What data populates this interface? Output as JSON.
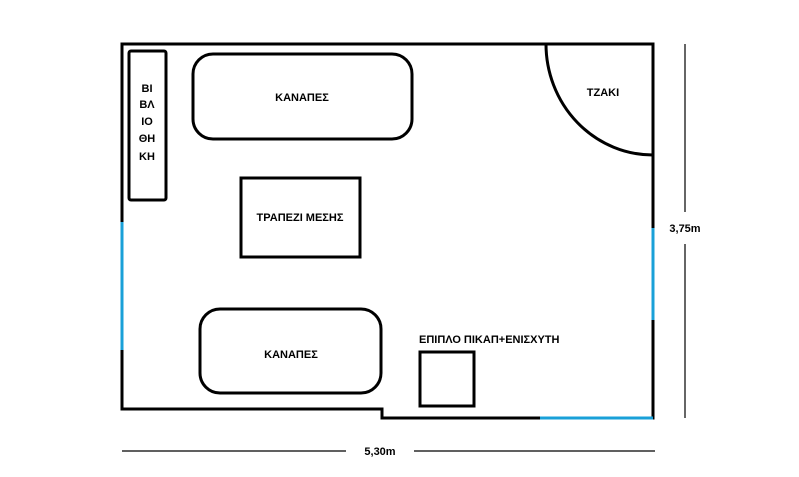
{
  "labels": {
    "sofa_top": "ΚΑΝΑΠΕΣ",
    "sofa_bottom": "ΚΑΝΑΠΕΣ",
    "coffee_table": "ΤΡΑΠΕΖΙ ΜΕΣΗΣ",
    "fireplace": "ΤΖΑΚΙ",
    "tv_unit": "ΕΠΙΠΛΟ ΠΙΚΑΠ+ΕΝΙΣΧΥΤΗ",
    "bookcase_lines": [
      "ΒΙ",
      "ΒΛ",
      "ΙΟ",
      "ΘΗ",
      "ΚΗ"
    ]
  },
  "dimensions": {
    "width": "5,30m",
    "height": "3,75m"
  },
  "colors": {
    "wall": "#000000",
    "window": "#1aa0d8",
    "background": "#ffffff"
  }
}
